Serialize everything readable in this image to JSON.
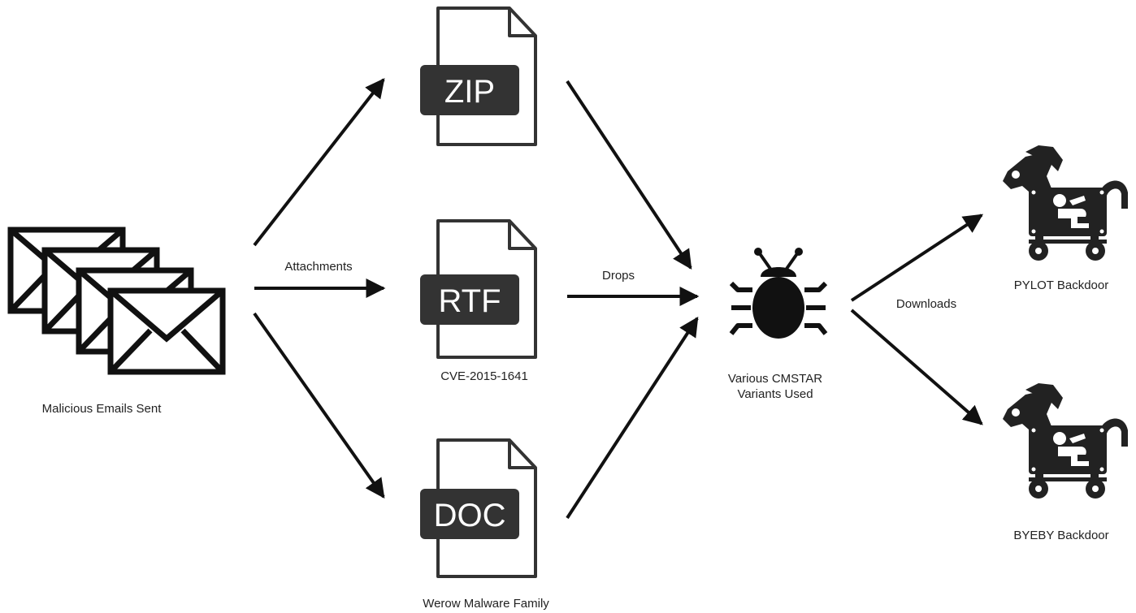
{
  "colors": {
    "ink": "#111111",
    "badge": "#333333",
    "badge_text": "#ffffff",
    "label_text": "#222222",
    "background": "#ffffff"
  },
  "nodes": {
    "emails": {
      "label": "Malicious Emails Sent",
      "icon": "envelope-stack-icon"
    },
    "zip": {
      "badge": "ZIP",
      "icon": "file-icon"
    },
    "rtf": {
      "badge": "RTF",
      "label": "CVE-2015-1641",
      "icon": "file-icon"
    },
    "doc": {
      "badge": "DOC",
      "label": "Werow Malware Family",
      "icon": "file-icon"
    },
    "cmstar": {
      "label_line1": "Various CMSTAR",
      "label_line2": "Variants Used",
      "icon": "bug-icon"
    },
    "pylot": {
      "label": "PYLOT Backdoor",
      "icon": "trojan-horse-icon"
    },
    "byeby": {
      "label": "BYEBY Backdoor",
      "icon": "trojan-horse-icon"
    }
  },
  "edges": {
    "attachments": "Attachments",
    "drops": "Drops",
    "downloads": "Downloads"
  }
}
